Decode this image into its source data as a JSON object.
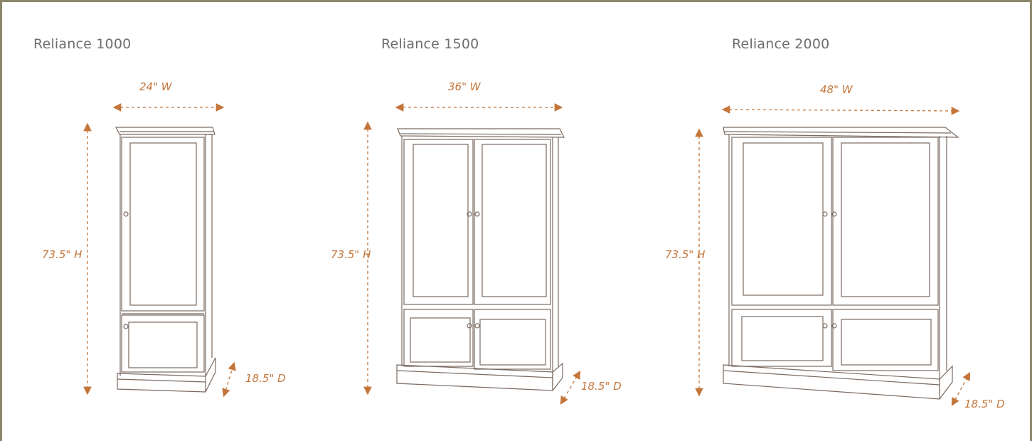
{
  "colors": {
    "frame": "#8a876a",
    "title": "#6e6e6e",
    "dimension": "#c4753a",
    "line_art": "#7a6a60"
  },
  "cabinets": [
    {
      "title": "Reliance 1000",
      "width_label": "24\" W",
      "height_label": "73.5\" H",
      "depth_label": "18.5\" D"
    },
    {
      "title": "Reliance 1500",
      "width_label": "36\" W",
      "height_label": "73.5\" H",
      "depth_label": "18.5\" D"
    },
    {
      "title": "Reliance 2000",
      "width_label": "48\" W",
      "height_label": "73.5\" H",
      "depth_label": "18.5\" D"
    }
  ]
}
